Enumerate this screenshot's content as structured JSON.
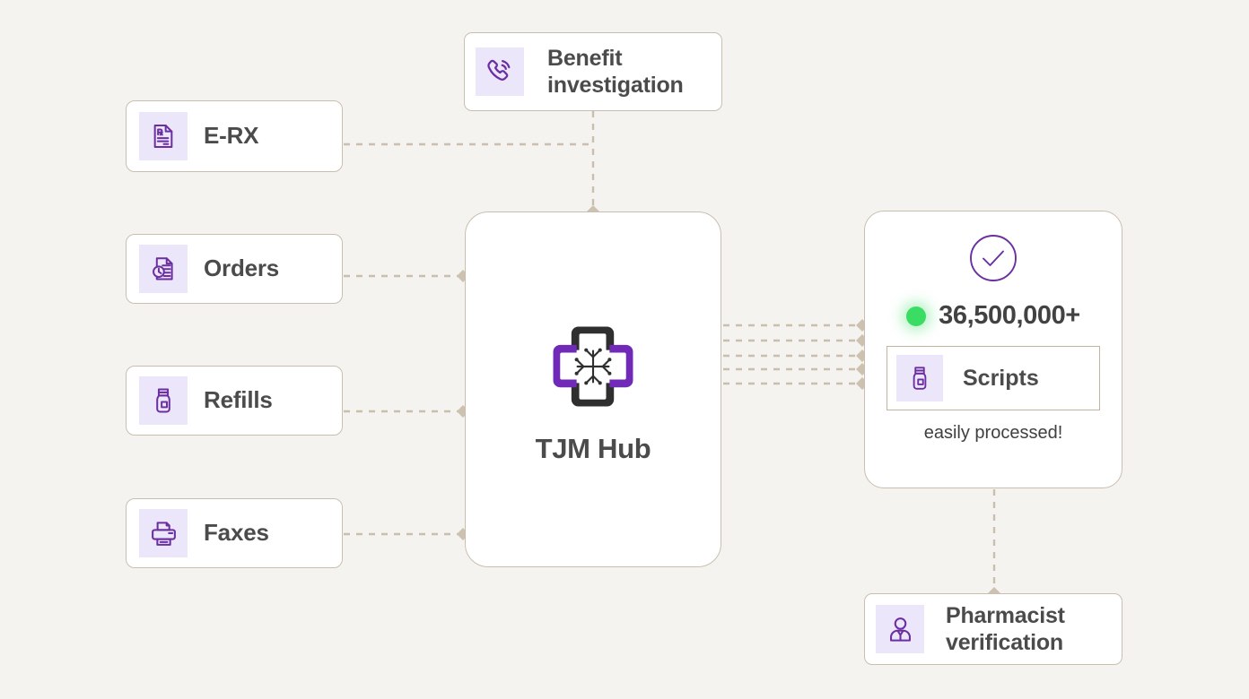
{
  "page": {
    "background_color": "#f5f3ef",
    "accent_purple": "#6b2fa0",
    "icon_tile_color": "#ece6fb",
    "border_color": "#cabfae",
    "text_color": "#4b4b4b",
    "status_green": "#3bdc63"
  },
  "inputs": {
    "benefit": {
      "label": "Benefit\ninvestigation",
      "icon": "phone-call-icon"
    },
    "erx": {
      "label": "E-RX",
      "icon": "prescription-document-icon"
    },
    "orders": {
      "label": "Orders",
      "icon": "document-clock-icon"
    },
    "refills": {
      "label": "Refills",
      "icon": "medicine-vial-icon"
    },
    "faxes": {
      "label": "Faxes",
      "icon": "printer-fax-icon"
    }
  },
  "hub": {
    "title": "TJM Hub",
    "icon": "medical-cross-circuit-logo"
  },
  "result": {
    "check_icon": "check-circle-icon",
    "count": "36,500,000+",
    "scripts_label": "Scripts",
    "scripts_icon": "medicine-vial-icon",
    "caption": "easily processed!",
    "status_dot": "green-status-dot"
  },
  "output": {
    "pharmacist": {
      "label": "Pharmacist\nverification",
      "icon": "person-user-icon"
    }
  }
}
